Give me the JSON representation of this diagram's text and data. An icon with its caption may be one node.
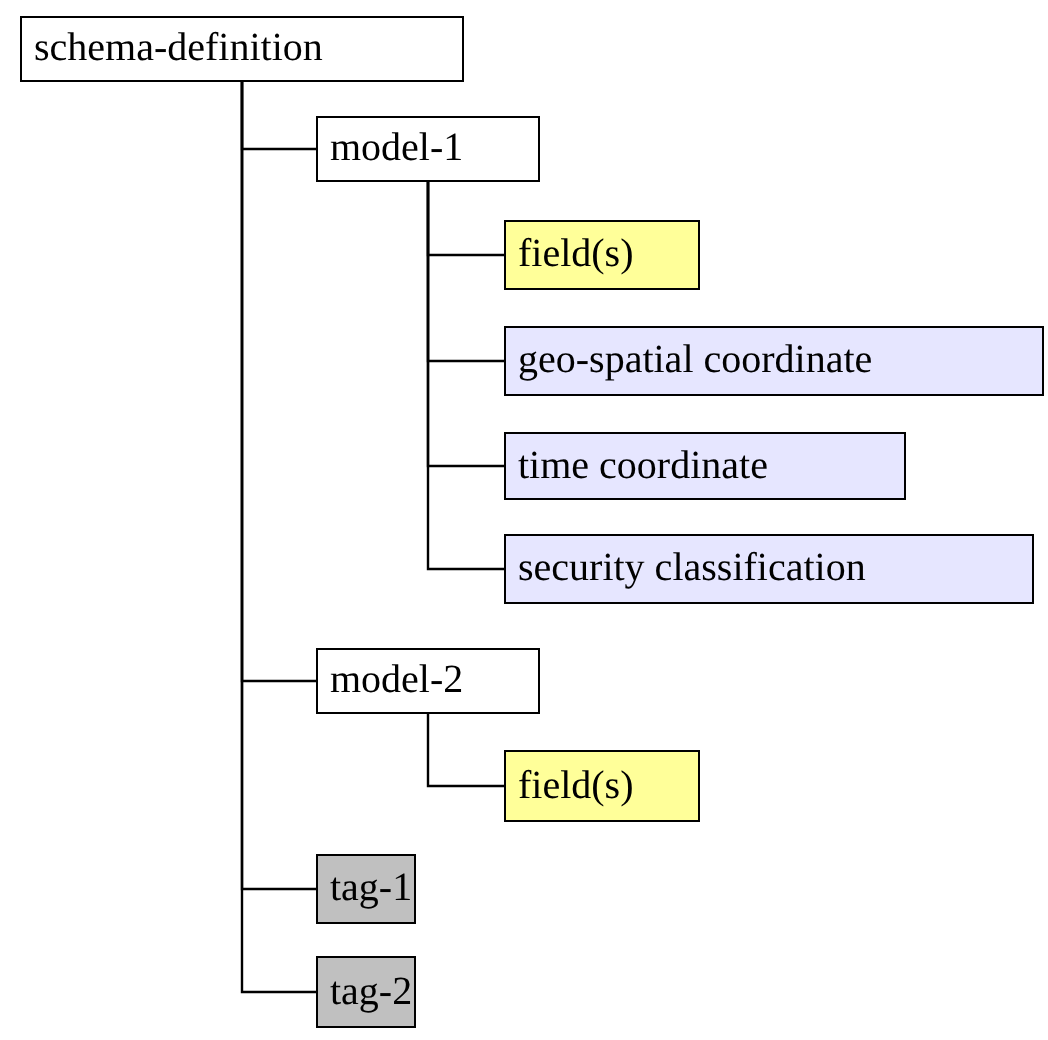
{
  "diagram": {
    "nodes": [
      {
        "text": [
          "schema-definition"
        ]
      },
      {
        "text": [
          "model-1"
        ]
      },
      {
        "text": [
          "field(s)"
        ]
      },
      {
        "text": [
          "geo-spatial coordinate"
        ]
      },
      {
        "text": [
          "time coordinate"
        ]
      },
      {
        "text": [
          "security classification"
        ]
      },
      {
        "text": [
          "model-2"
        ]
      },
      {
        "text": [
          "field(s)"
        ]
      },
      {
        "text": [
          "tag-1"
        ]
      },
      {
        "text": [
          "tag-2"
        ]
      }
    ],
    "edges": [
      {
        "from": 0,
        "to": 1,
        "arrow": "none"
      },
      {
        "from": 1,
        "to": 2,
        "arrow": "none"
      },
      {
        "from": 1,
        "to": 3,
        "arrow": "none"
      },
      {
        "from": 1,
        "to": 4,
        "arrow": "none"
      },
      {
        "from": 1,
        "to": 5,
        "arrow": "none"
      },
      {
        "from": 0,
        "to": 6,
        "arrow": "none"
      },
      {
        "from": 6,
        "to": 7,
        "arrow": "none"
      },
      {
        "from": 0,
        "to": 8,
        "arrow": "none"
      },
      {
        "from": 0,
        "to": 9,
        "arrow": "none"
      }
    ]
  }
}
